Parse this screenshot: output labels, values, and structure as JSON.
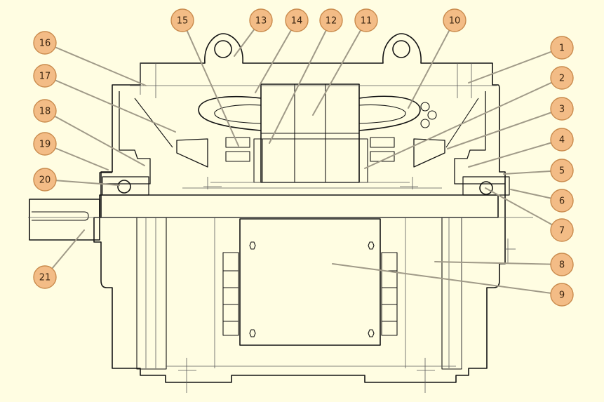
{
  "colors": {
    "background": "#fffde2",
    "outline": "#141414",
    "thin_line": "#5a5a5a",
    "leader_line": "#a09a88",
    "callout_fill": "#f3bc86",
    "callout_stroke": "#c98a4c",
    "callout_text": "#3a2410"
  },
  "callouts": [
    {
      "label": "1"
    },
    {
      "label": "2"
    },
    {
      "label": "3"
    },
    {
      "label": "4"
    },
    {
      "label": "5"
    },
    {
      "label": "6"
    },
    {
      "label": "7"
    },
    {
      "label": "8"
    },
    {
      "label": "9"
    },
    {
      "label": "10"
    },
    {
      "label": "11"
    },
    {
      "label": "12"
    },
    {
      "label": "13"
    },
    {
      "label": "14"
    },
    {
      "label": "15"
    },
    {
      "label": "16"
    },
    {
      "label": "17"
    },
    {
      "label": "18"
    },
    {
      "label": "19"
    },
    {
      "label": "20"
    },
    {
      "label": "21"
    }
  ]
}
